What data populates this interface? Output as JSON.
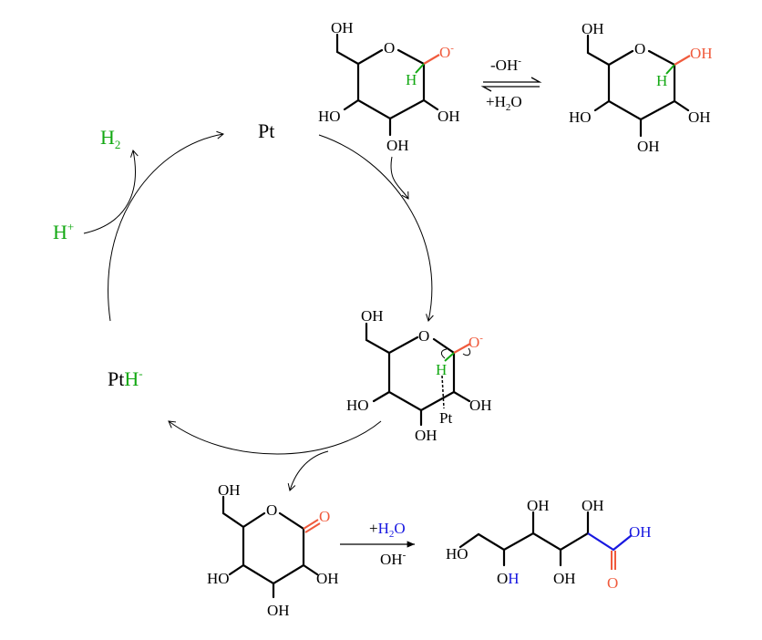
{
  "colors": {
    "oxygen_highlight": "#f05a3c",
    "hydrogen_highlight": "#12a812",
    "water_highlight": "#1818e0"
  },
  "catalyst": {
    "pt": "Pt",
    "pth_pt": "Pt",
    "pth_h": "H",
    "pth_charge": "-",
    "h_plus": "H",
    "h_plus_charge": "+",
    "h2": "H",
    "h2_sub": "2"
  },
  "labels": {
    "oh": "OH",
    "ho": "HO",
    "o": "O",
    "o_minus": "O",
    "minus": "-",
    "h": "H",
    "pt": "Pt"
  },
  "equilibrium": {
    "top": "-OH",
    "top_charge": "-",
    "bottom_plus": "+H",
    "bottom_sub": "2",
    "bottom_o": "O"
  },
  "hydrolysis": {
    "plus": "+",
    "h2o_h": "H",
    "h2o_sub": "2",
    "h2o_o": "O",
    "base": "OH",
    "base_charge": "-"
  }
}
